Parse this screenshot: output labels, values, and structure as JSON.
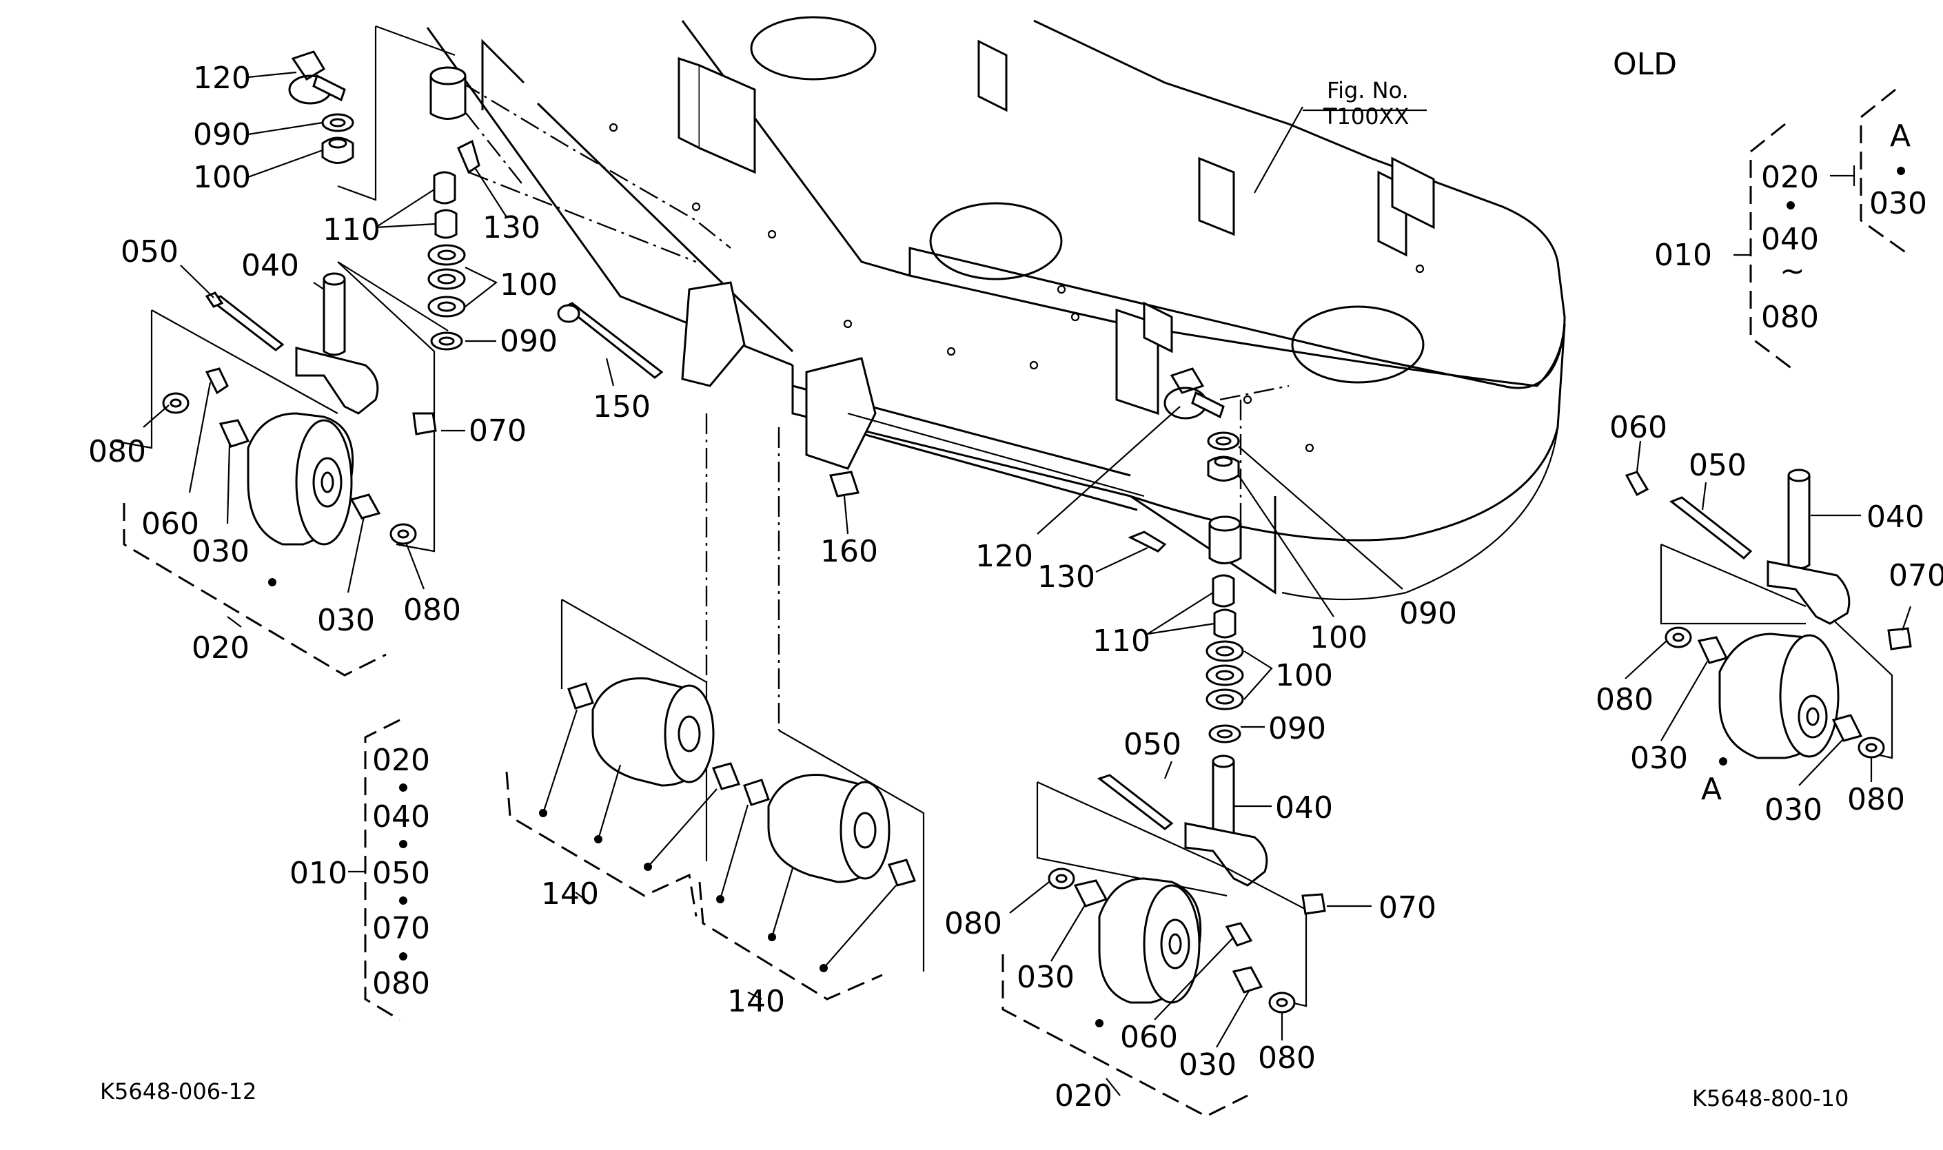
{
  "header": {
    "old_label": "OLD",
    "fig_no_label": "Fig. No.",
    "fig_no_value": "T100XX"
  },
  "footer": {
    "left_code": "K5648-006-12",
    "right_code": "K5648-800-10"
  },
  "left_group": {
    "items": [
      {
        "ref": "120"
      },
      {
        "ref": "090"
      },
      {
        "ref": "100"
      },
      {
        "ref": "110"
      },
      {
        "ref": "130"
      },
      {
        "ref": "100"
      },
      {
        "ref": "090"
      },
      {
        "ref": "050"
      },
      {
        "ref": "040"
      },
      {
        "ref": "070"
      },
      {
        "ref": "080"
      },
      {
        "ref": "060"
      },
      {
        "ref": "030"
      },
      {
        "ref": "030"
      },
      {
        "ref": "080"
      },
      {
        "ref": "020"
      },
      {
        "ref": "150"
      },
      {
        "ref": "160"
      }
    ]
  },
  "center_group": {
    "items": [
      {
        "ref": "120"
      },
      {
        "ref": "130"
      },
      {
        "ref": "090"
      },
      {
        "ref": "100"
      },
      {
        "ref": "110"
      },
      {
        "ref": "100"
      },
      {
        "ref": "090"
      },
      {
        "ref": "050"
      },
      {
        "ref": "040"
      },
      {
        "ref": "070"
      },
      {
        "ref": "080"
      },
      {
        "ref": "030"
      },
      {
        "ref": "060"
      },
      {
        "ref": "030"
      },
      {
        "ref": "080"
      },
      {
        "ref": "020"
      },
      {
        "ref": "140"
      },
      {
        "ref": "140"
      }
    ]
  },
  "assembly_key_left": {
    "main": "010",
    "members": [
      "020",
      "040",
      "050",
      "070",
      "080"
    ]
  },
  "assembly_key_right": {
    "main": "010",
    "members": [
      "020",
      "040",
      "080"
    ],
    "tilde": "~",
    "sub_letter": "A",
    "sub_members": [
      "030"
    ]
  },
  "right_group": {
    "items": [
      {
        "ref": "060"
      },
      {
        "ref": "050"
      },
      {
        "ref": "040"
      },
      {
        "ref": "070"
      },
      {
        "ref": "080"
      },
      {
        "ref": "030"
      },
      {
        "ref": "030"
      },
      {
        "ref": "080"
      },
      {
        "ref": "A"
      }
    ]
  }
}
